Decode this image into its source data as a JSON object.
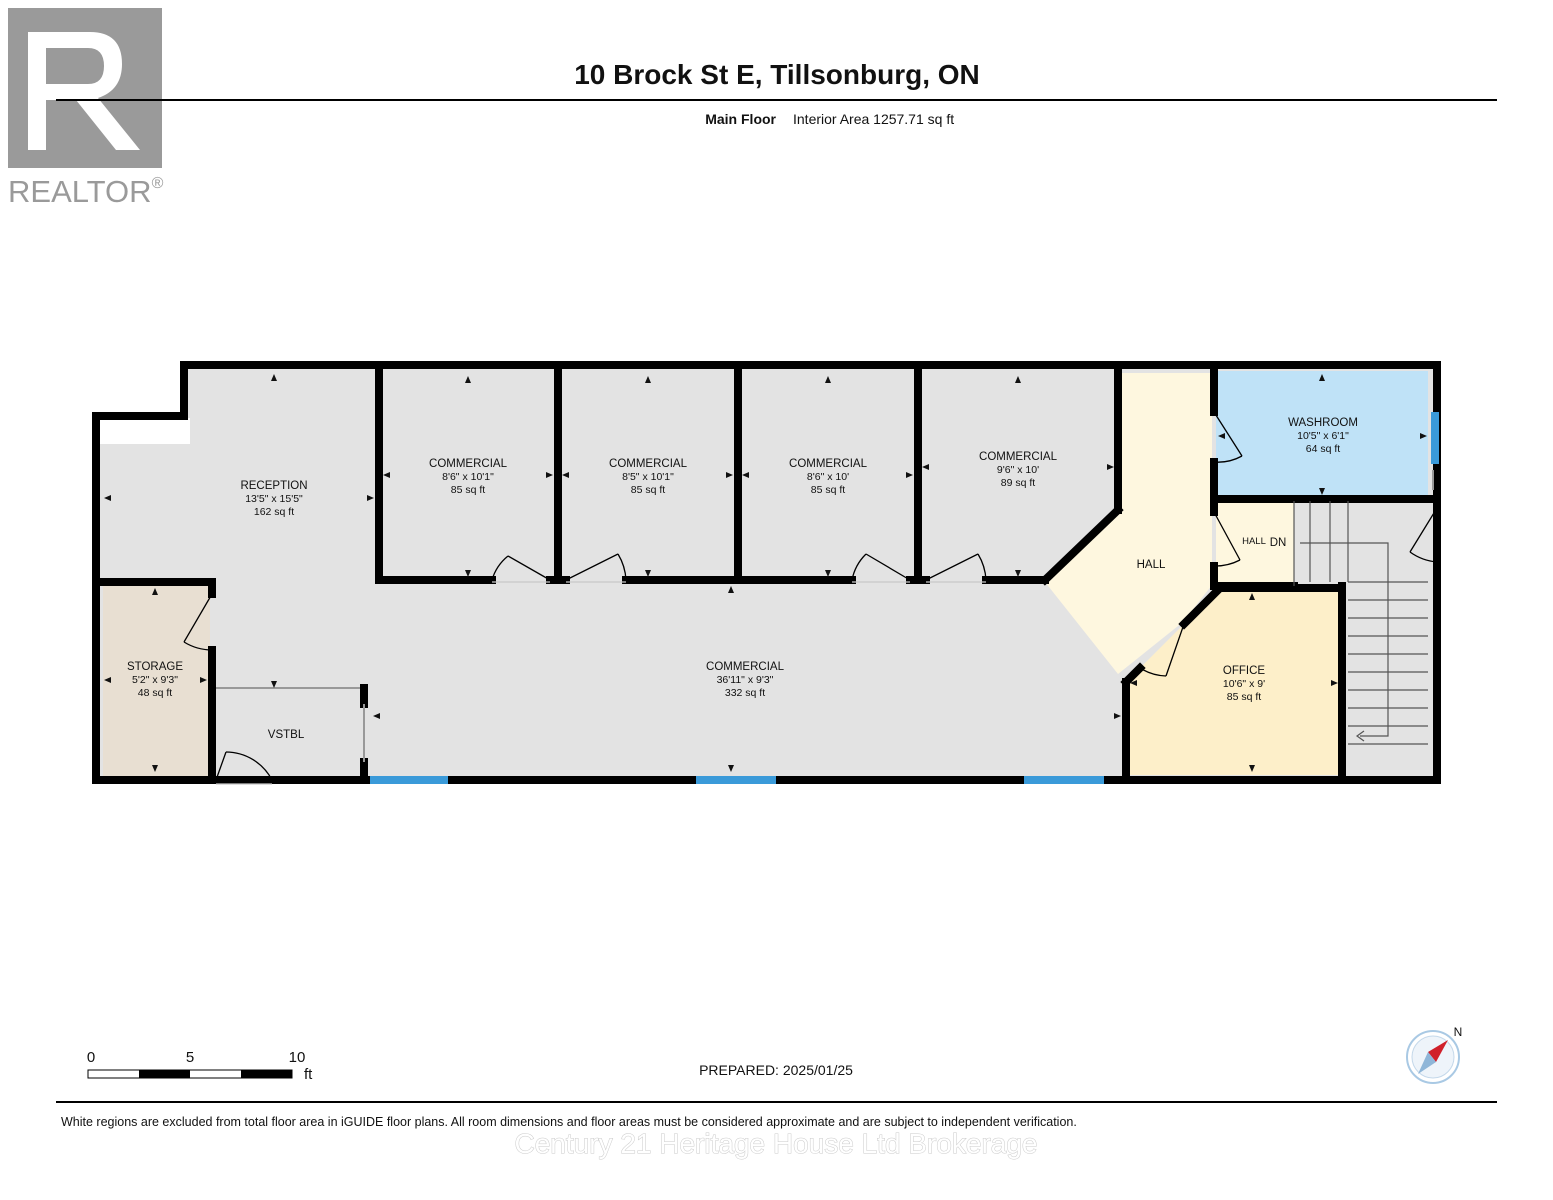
{
  "header": {
    "title": "10 Brock St E, Tillsonburg, ON",
    "floor_label": "Main Floor",
    "interior_area": "Interior Area 1257.71 sq ft"
  },
  "logo": {
    "text": "REALTOR",
    "mark": "®"
  },
  "rooms": {
    "reception": {
      "name": "RECEPTION",
      "dims": "13'5\" x 15'5\"",
      "area": "162 sq ft"
    },
    "commercial_1": {
      "name": "COMMERCIAL",
      "dims": "8'6\" x 10'1\"",
      "area": "85 sq ft"
    },
    "commercial_2": {
      "name": "COMMERCIAL",
      "dims": "8'5\" x 10'1\"",
      "area": "85 sq ft"
    },
    "commercial_3": {
      "name": "COMMERCIAL",
      "dims": "8'6\" x 10'",
      "area": "85 sq ft"
    },
    "commercial_4": {
      "name": "COMMERCIAL",
      "dims": "9'6\" x 10'",
      "area": "89 sq ft"
    },
    "commercial_main": {
      "name": "COMMERCIAL",
      "dims": "36'11\" x 9'3\"",
      "area": "332 sq ft"
    },
    "washroom": {
      "name": "WASHROOM",
      "dims": "10'5\" x 6'1\"",
      "area": "64 sq ft"
    },
    "storage": {
      "name": "STORAGE",
      "dims": "5'2\" x 9'3\"",
      "area": "48 sq ft"
    },
    "vestibule": {
      "name": "VSTBL"
    },
    "hall": {
      "name": "HALL"
    },
    "hall_small": {
      "name": "HALL"
    },
    "stairs": {
      "label": "DN"
    },
    "office": {
      "name": "OFFICE",
      "dims": "10'6\" x 9'",
      "area": "85 sq ft"
    }
  },
  "colors": {
    "wall": "#000000",
    "grey_room": "#e3e3e3",
    "washroom": "#bfe2f7",
    "storage": "#e8dfd2",
    "office": "#fdefc9",
    "hall": "#fef7df",
    "window": "#3a9ad9"
  },
  "scale": {
    "ticks": [
      "0",
      "5",
      "10"
    ],
    "unit": "ft"
  },
  "prepared": "PREPARED: 2025/01/25",
  "compass_icon": "compass-north-icon",
  "compass_label": "N",
  "disclaimer": "White regions are excluded from total floor area in iGUIDE floor plans. All room dimensions and floor areas must be considered approximate and are subject to independent verification.",
  "watermark": "Century 21 Heritage House Ltd Brokerage"
}
